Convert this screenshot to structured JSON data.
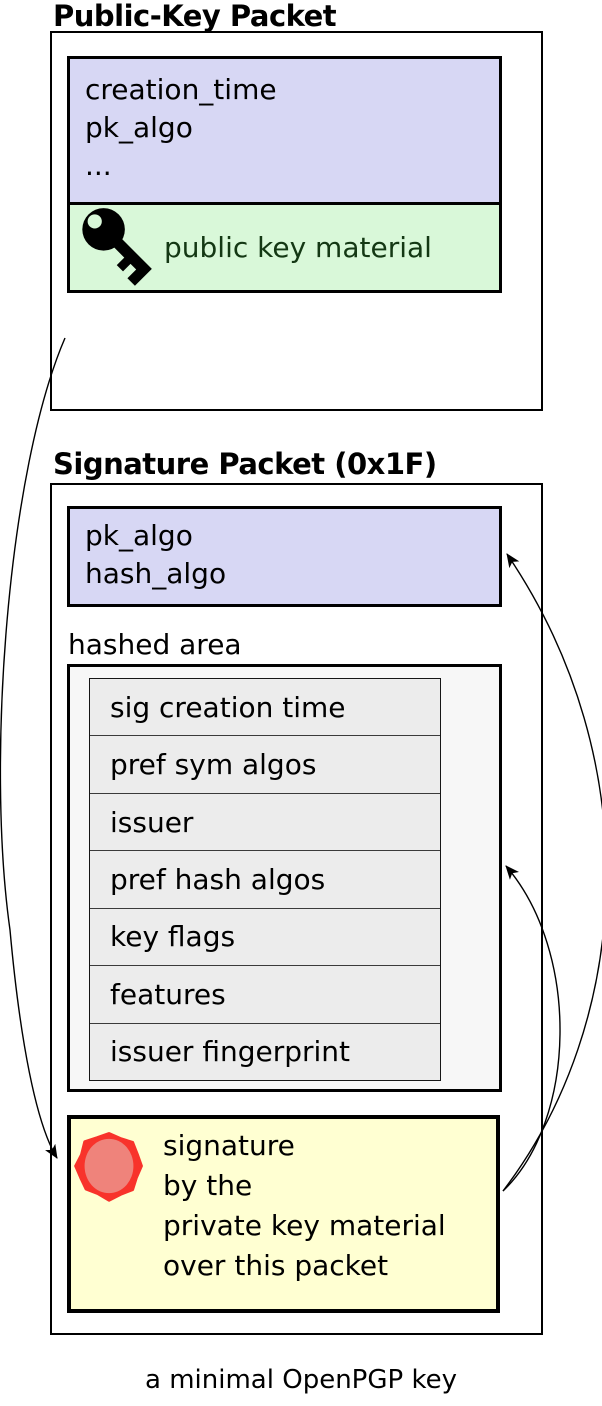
{
  "page": {
    "caption": "a minimal OpenPGP key",
    "background": "#ffffff"
  },
  "public_key_packet": {
    "title": "Public-Key Packet",
    "header_fields": [
      "creation_time",
      "pk_algo",
      "..."
    ],
    "header_background": "#d7d7f4",
    "key_material": {
      "label": "public key material",
      "icon": "key-icon",
      "background": "#d9f8d9",
      "text_color": "#143814"
    }
  },
  "signature_packet": {
    "title": "Signature Packet (0x1F)",
    "algo_fields": [
      "pk_algo",
      "hash_algo"
    ],
    "algo_background": "#d7d7f4",
    "hashed_area": {
      "label": "hashed area",
      "background": "#f7f7f7",
      "row_background": "#ececec",
      "subpackets": [
        "sig creation time",
        "pref sym algos",
        "issuer",
        "pref hash algos",
        "key flags",
        "features",
        "issuer fingerprint"
      ]
    },
    "signature_block": {
      "lines": [
        "signature",
        "by the",
        "private key material",
        "over this packet"
      ],
      "background": "#ffffd2",
      "icon": "seal-icon",
      "seal_ring_color": "#f8332b",
      "seal_fill_color": "#ef837b"
    }
  },
  "arrows": [
    {
      "name": "public-key-to-signature-seal",
      "from": "public-key-packet-body",
      "to": "signature-block"
    },
    {
      "name": "signature-to-algo-header",
      "from": "signature-block",
      "to": "signature-algo-header"
    },
    {
      "name": "signature-to-hashed-area",
      "from": "signature-block",
      "to": "hashed-area"
    }
  ]
}
